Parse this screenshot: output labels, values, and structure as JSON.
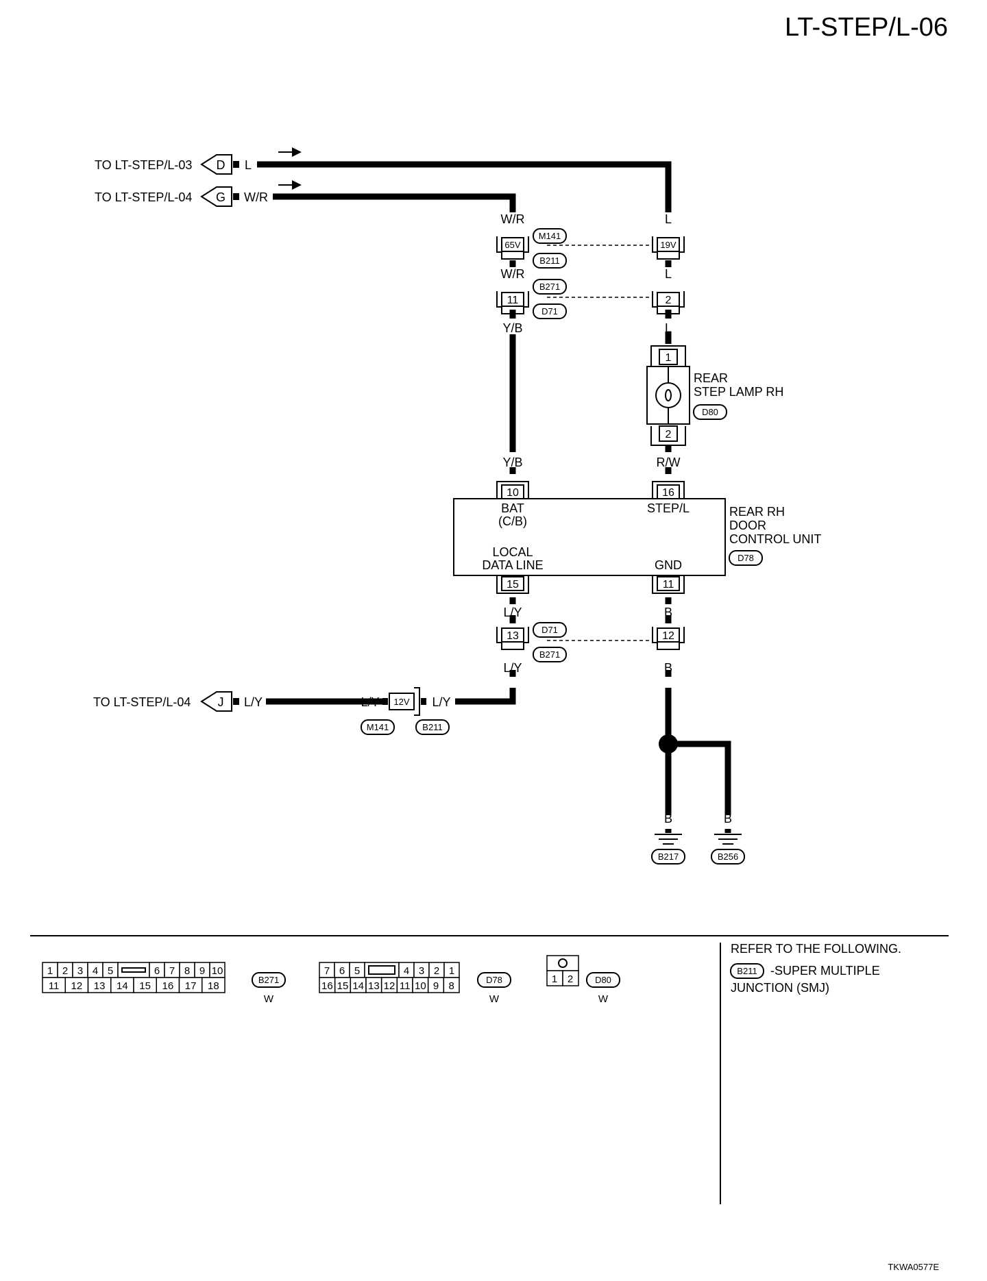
{
  "title": "LT-STEP/L-06",
  "figure_code": "TKWA0577E",
  "refs": {
    "to_03": "TO LT-STEP/L-03",
    "to_04": "TO LT-STEP/L-04",
    "to_04b": "TO LT-STEP/L-04",
    "letter_d": "D",
    "letter_g": "G",
    "letter_j": "J"
  },
  "wires": {
    "l": "L",
    "wr": "W/R",
    "yb": "Y/B",
    "rw": "R/W",
    "ly": "L/Y",
    "b": "B"
  },
  "connectors": {
    "m141": "M141",
    "b211": "B211",
    "b271": "B271",
    "d71": "D71",
    "d80": "D80",
    "d78": "D78",
    "b217": "B217",
    "b256": "B256"
  },
  "terminals": {
    "t65v": "65V",
    "t19v": "19V",
    "t11": "11",
    "t2": "2",
    "t1": "1",
    "t10": "10",
    "t16": "16",
    "t15": "15",
    "t13": "13",
    "t12": "12",
    "t12v": "12V"
  },
  "lamp": {
    "line1": "REAR",
    "line2": "STEP LAMP RH"
  },
  "control_unit": {
    "name_line1": "REAR RH",
    "name_line2": "DOOR",
    "name_line3": "CONTROL UNIT",
    "bat": "BAT",
    "cb": "(C/B)",
    "step": "STEP/L",
    "local": "LOCAL",
    "data_line": "DATA LINE",
    "gnd": "GND"
  },
  "legend": {
    "b271_top": [
      "1",
      "2",
      "3",
      "4",
      "5",
      "6",
      "7",
      "8",
      "9",
      "10"
    ],
    "b271_bottom": [
      "11",
      "12",
      "13",
      "14",
      "15",
      "16",
      "17",
      "18"
    ],
    "d78_top": [
      "7",
      "6",
      "5",
      "4",
      "3",
      "2",
      "1"
    ],
    "d78_bottom": [
      "16",
      "15",
      "14",
      "13",
      "12",
      "11",
      "10",
      "9",
      "8"
    ],
    "d80_pins": [
      "1",
      "2"
    ],
    "color_w": "W",
    "refer": "REFER TO THE FOLLOWING.",
    "smj_line1": "-SUPER MULTIPLE",
    "smj_line2": "JUNCTION (SMJ)"
  }
}
